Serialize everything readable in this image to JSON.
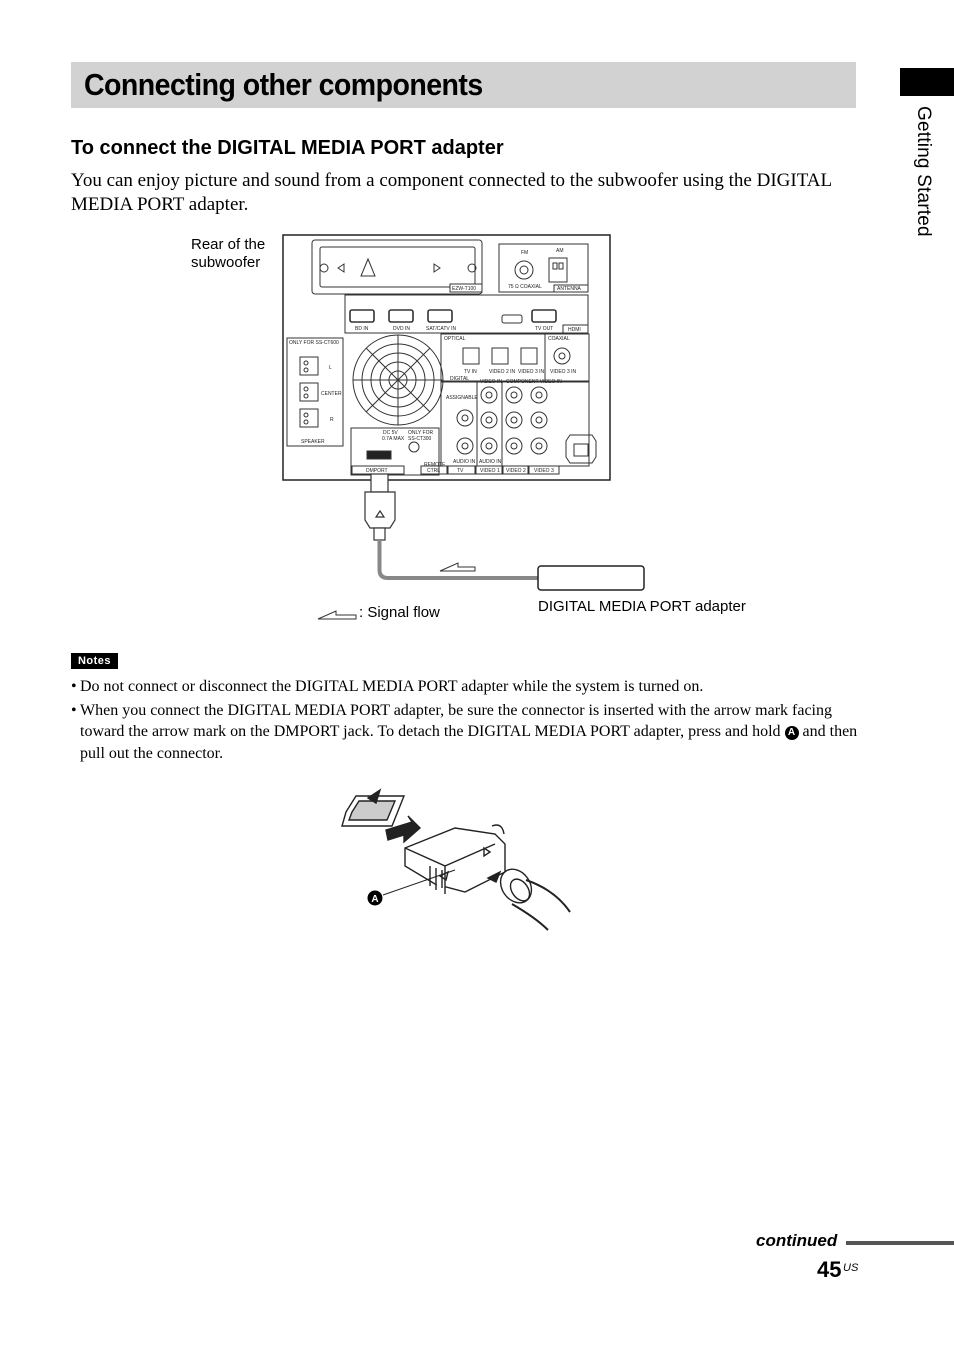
{
  "header": {
    "title": "Connecting other components",
    "side_label": "Getting Started"
  },
  "section": {
    "heading": "To connect the DIGITAL MEDIA PORT adapter",
    "intro": "You can enjoy picture and sound from a component connected to the subwoofer using the DIGITAL MEDIA PORT adapter."
  },
  "diagram": {
    "rear_label": "Rear of the subwoofer",
    "signal_flow": ": Signal flow",
    "adapter_label": "DIGITAL MEDIA PORT adapter",
    "panel": {
      "ezw": "EZW-T100",
      "fm": "FM",
      "am": "AM",
      "coaxial75": "75 Ω COAXIAL",
      "antenna": "ANTENNA",
      "hdmi_in": [
        "BD IN",
        "DVD IN",
        "SAT/CATV IN"
      ],
      "tv_out": "TV OUT",
      "hdmi": "HDMI",
      "only_ct": "ONLY FOR SS-CT600",
      "speaker_l": "L",
      "speaker_center": "CENTER",
      "speaker_r": "R",
      "speaker": "SPEAKER",
      "optical": "OPTICAL",
      "coaxial": "COAXIAL",
      "opt_in": [
        "TV IN",
        "VIDEO 2 IN",
        "VIDEO 3 IN"
      ],
      "video3_in": "VIDEO 3 IN",
      "digital": "DIGITAL",
      "assignable": "ASSIGNABLE",
      "video_in": "VIDEO IN",
      "component_video_in": "COMPONENT VIDEO IN",
      "audio_in": "AUDIO IN",
      "dc": "DC 5V",
      "dc_max": "0.7A MAX",
      "only_for2": "ONLY FOR",
      "ss_ct": "SS-CT300",
      "dmport": "DMPORT",
      "remote": "REMOTE",
      "ctrl": "CTRL",
      "bottom_labels": [
        "TV",
        "VIDEO 1",
        "VIDEO 2",
        "VIDEO 3"
      ]
    }
  },
  "notes": {
    "badge": "Notes",
    "items": [
      "Do not connect or disconnect the DIGITAL MEDIA PORT adapter while the system is turned on.",
      "When you connect the DIGITAL MEDIA PORT adapter, be sure the connector is inserted with the arrow mark facing toward the arrow mark on the DMPORT jack. To detach the DIGITAL MEDIA PORT adapter, press and hold"
    ],
    "item2_tail": "and then pull out the connector.",
    "marker": "A"
  },
  "footer": {
    "continued": "continued",
    "page": "45",
    "suffix": "US"
  }
}
